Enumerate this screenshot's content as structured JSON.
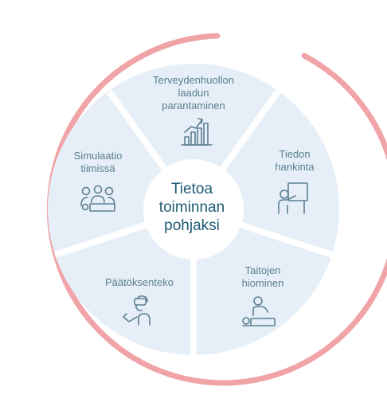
{
  "center": {
    "lines": [
      "Tietoa",
      "toiminnan",
      "pohjaksi"
    ]
  },
  "segments": [
    {
      "id": "top",
      "lines": [
        "Terveydenhuollon",
        "laadun",
        "parantaminen"
      ],
      "icon": "growth-chart-icon"
    },
    {
      "id": "right",
      "lines": [
        "Tiedon",
        "hankinta"
      ],
      "icon": "presenter-board-icon"
    },
    {
      "id": "bottom-right",
      "lines": [
        "Taitojen",
        "hiominen"
      ],
      "icon": "patient-care-icon"
    },
    {
      "id": "bottom-left",
      "lines": [
        "Päätöksenteko"
      ],
      "icon": "vr-headset-person-icon"
    },
    {
      "id": "left",
      "lines": [
        "Simulaatio",
        "tiimissä"
      ],
      "icon": "team-group-icon"
    }
  ],
  "colors": {
    "segment_fill": "#e6eff8",
    "segment_separator": "#ffffff",
    "outer_ring": "#f1a4a7",
    "icon_stroke": "#5c7f92",
    "label_text": "#5a7e8f",
    "center_text": "#1f5a74"
  }
}
